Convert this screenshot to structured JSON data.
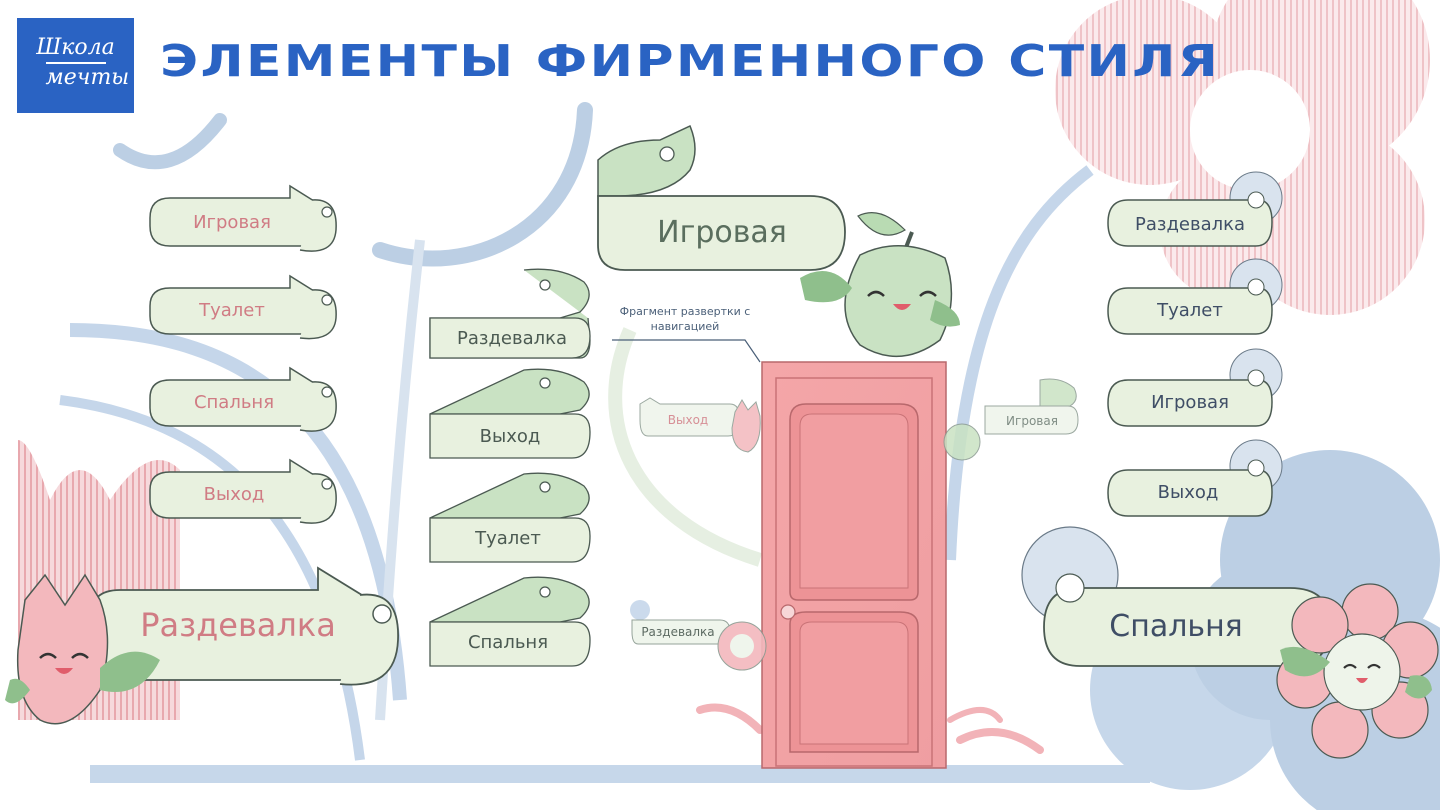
{
  "header": {
    "logo_line1": "Школа",
    "logo_line2": "мечты",
    "title": "ЭЛЕМЕНТЫ ФИРМЕННОГО СТИЛЯ"
  },
  "colors": {
    "brand_blue": "#2a63c3",
    "sign_fill": "#e8f1df",
    "sign_stroke": "#4b5a52",
    "pink": "#f2b3b8",
    "light_blue": "#b9cde3",
    "green": "#c9e2c3"
  },
  "signs": {
    "left_col": [
      "Игровая",
      "Туалет",
      "Спальня",
      "Выход"
    ],
    "left_big": "Раздевалка",
    "mid_col": [
      "Раздевалка",
      "Выход",
      "Туалет",
      "Спальня"
    ],
    "center_big": "Игровая",
    "right_col": [
      "Раздевалка",
      "Туалет",
      "Игровая",
      "Выход"
    ],
    "right_big": "Спальня",
    "door_left_top": "Выход",
    "door_right_top": "Игровая",
    "door_left_bottom": "Раздевалка"
  },
  "annotation": {
    "line1": "Фрагмент развертки с",
    "line2": "навигацией"
  },
  "characters": [
    "tulip-character",
    "apple-character",
    "flower-character"
  ]
}
